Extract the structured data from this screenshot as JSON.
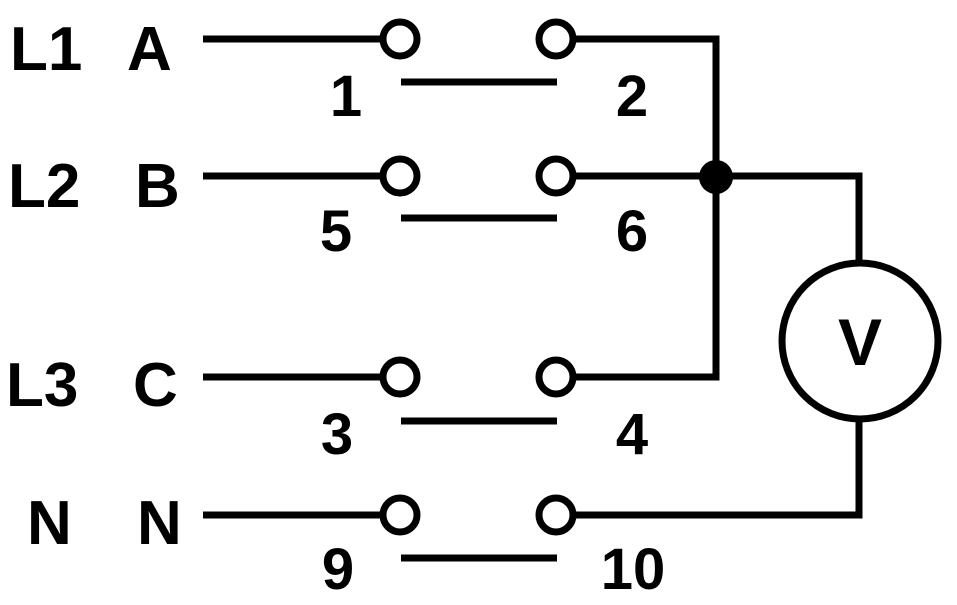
{
  "rows": [
    {
      "line": "L1",
      "phase": "A",
      "left_terminal": "1",
      "right_terminal": "2"
    },
    {
      "line": "L2",
      "phase": "B",
      "left_terminal": "5",
      "right_terminal": "6"
    },
    {
      "line": "L3",
      "phase": "C",
      "left_terminal": "3",
      "right_terminal": "4"
    },
    {
      "line": "N",
      "phase": "N",
      "left_terminal": "9",
      "right_terminal": "10"
    }
  ],
  "meter": {
    "symbol": "V"
  },
  "colors": {
    "stroke": "#000000",
    "background": "#ffffff"
  }
}
